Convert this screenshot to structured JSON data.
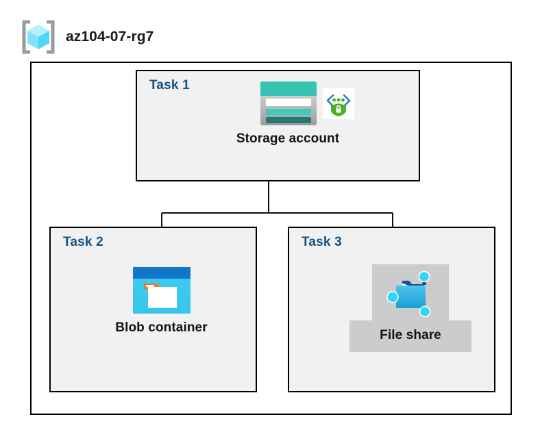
{
  "resource_group": {
    "name": "az104-07-rg7",
    "icon": "resource-group-cube-icon"
  },
  "tasks": [
    {
      "id": "task-1",
      "label": "Task 1",
      "node": {
        "caption": "Storage account",
        "icons": [
          "storage-account-icon",
          "private-endpoint-icon"
        ]
      }
    },
    {
      "id": "task-2",
      "label": "Task 2",
      "node": {
        "caption": "Blob container",
        "icons": [
          "blob-container-icon"
        ]
      }
    },
    {
      "id": "task-3",
      "label": "Task 3",
      "node": {
        "caption": "File share",
        "icons": [
          "file-share-icon"
        ]
      }
    }
  ],
  "colors": {
    "task_label": "#17517e",
    "task_fill": "#f1f1f1",
    "border": "#000000",
    "caption": "#121212",
    "highlight": "#cccccc",
    "storage_teal": "#37c2b1",
    "storage_teal_dark": "#1f7a71",
    "blob_blue": "#1e88d8",
    "blob_cyan": "#32c8f0",
    "folder_orange": "#e8762c",
    "node_cyan": "#36d3f5",
    "endpoint_green": "#4caf25",
    "cube_cyan": "#9fe8fb"
  }
}
